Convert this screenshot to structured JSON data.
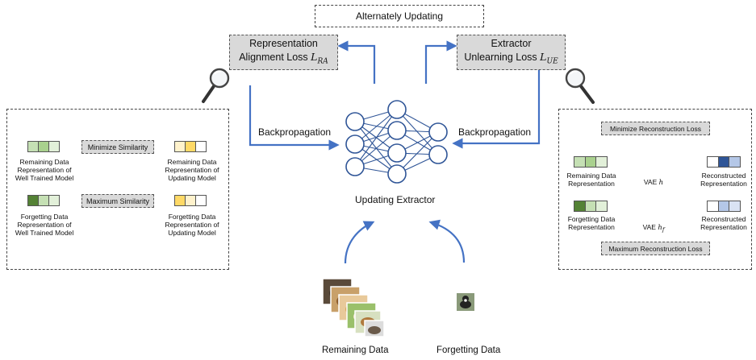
{
  "top": {
    "alternately_updating": "Alternately Updating"
  },
  "ra_loss": {
    "line1": "Representation",
    "line2": "Alignment Loss",
    "symbol": "L",
    "sub": "RA"
  },
  "ue_loss": {
    "line1": "Extractor",
    "line2": "Unlearning Loss",
    "symbol": "L",
    "sub": "UE"
  },
  "backprop_left": "Backpropagation",
  "backprop_right": "Backpropagation",
  "center": {
    "label": "Updating Extractor"
  },
  "inputs": {
    "remaining": "Remaining Data",
    "forgetting": "Forgetting Data"
  },
  "left_panel": {
    "minimize": "Minimize Similarity",
    "maximum": "Maximum Similarity",
    "rd_well": [
      "Remaining Data",
      "Representation of",
      "Well Trained Model"
    ],
    "rd_upd": [
      "Remaining Data",
      "Representation of",
      "Updating Model"
    ],
    "fd_well": [
      "Forgetting Data",
      "Representation of",
      "Well Trained Model"
    ],
    "fd_upd": [
      "Forgetting Data",
      "Representation of",
      "Updating Model"
    ]
  },
  "right_panel": {
    "min_recon": "Minimize Reconstruction Loss",
    "max_recon": "Maximum Reconstruction Loss",
    "rd_rep": [
      "Remaining Data",
      "Representation"
    ],
    "fd_rep": [
      "Forgetting Data",
      "Representation"
    ],
    "vae_h": {
      "prefix": "VAE",
      "symbol": "h"
    },
    "vae_hf": {
      "prefix": "VAE",
      "symbol": "h",
      "sub": "f"
    },
    "recon1": [
      "Reconstructed",
      "Representation"
    ],
    "recon2": [
      "Reconstructed",
      "Representation"
    ]
  },
  "colors": {
    "arrow": "#4472c4",
    "green_light": "#c5e0b4",
    "green_dark": "#70ad47",
    "yellow": "#ffe699",
    "yellow_dark": "#ffd966",
    "blue_dark": "#2f5597",
    "blue_light": "#b4c7e7",
    "vae_blue": "#8fc3f5",
    "vae_teal": "#4aa39a",
    "panel_gray": "#d9d9d9"
  },
  "icons": [
    "magnifier-icon",
    "neural-network-icon",
    "dog-images-icon",
    "cat-image-icon"
  ]
}
